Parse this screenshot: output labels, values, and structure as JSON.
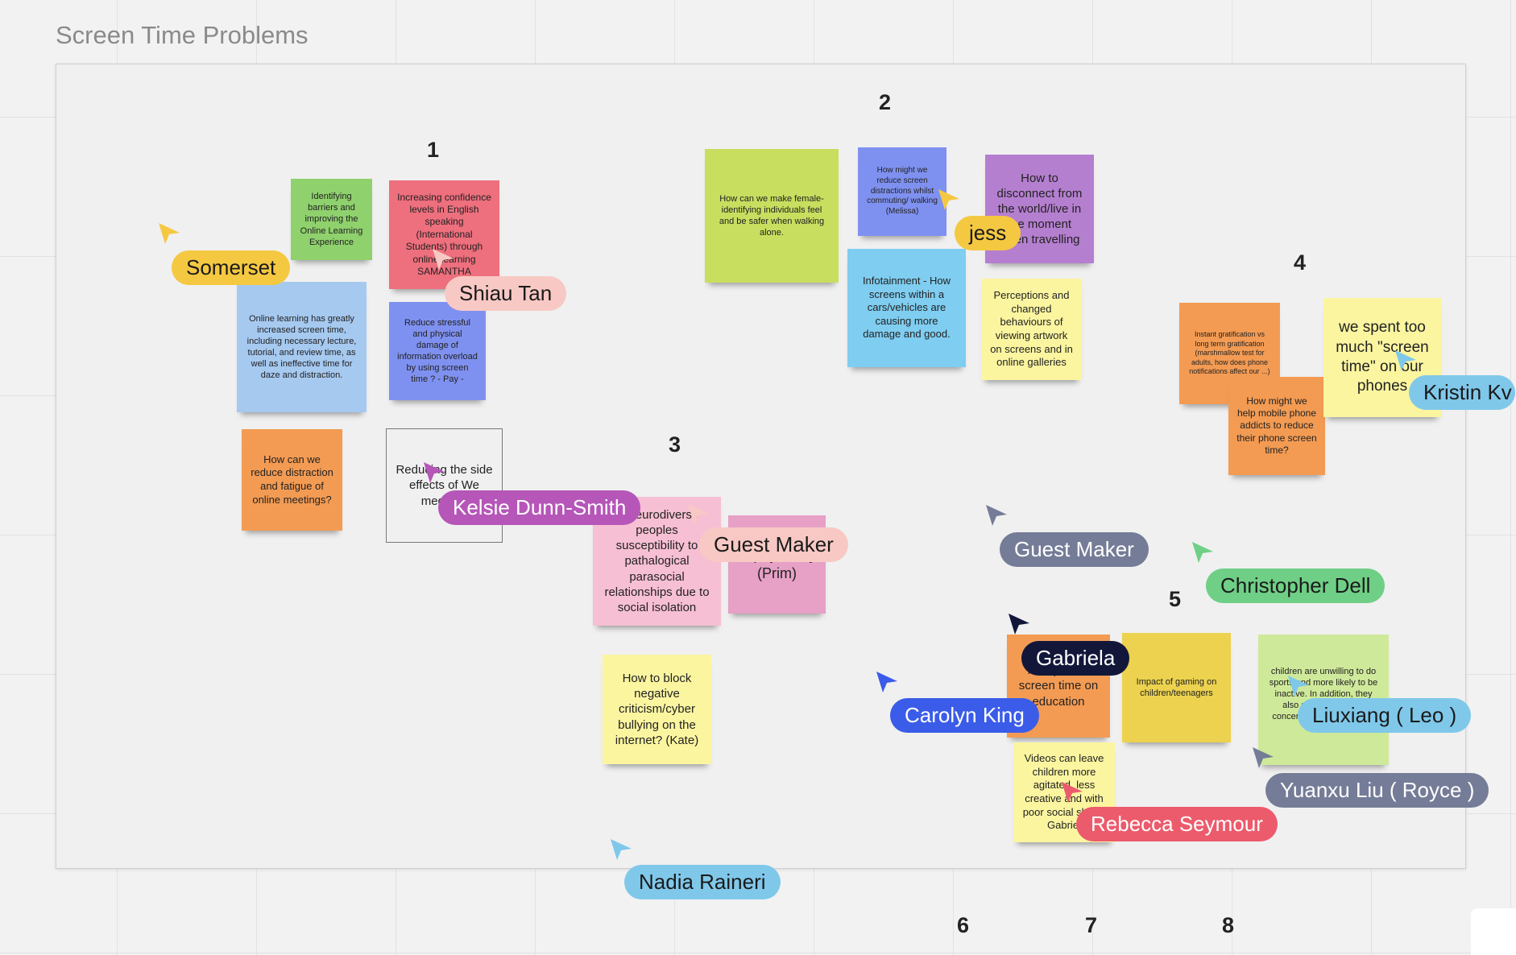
{
  "board": {
    "title": "Screen Time Problems",
    "frame_numbers": [
      "1",
      "2",
      "3",
      "4",
      "5"
    ],
    "column_numbers": [
      "6",
      "7",
      "8"
    ]
  },
  "stickies": [
    {
      "text": "Identifying barriers and improving the Online Learning Experience",
      "color": "#8fd16d"
    },
    {
      "text": "Increasing confidence levels in English speaking (International Students) through online learning SAMANTHA",
      "color": "#ee6f7d"
    },
    {
      "text": "Online learning has greatly increased screen time, including necessary lecture, tutorial, and review time, as well as ineffective time for daze and distraction.",
      "color": "#a6c9f0"
    },
    {
      "text": "Reduce stressful and physical damage of information overload by using screen time ? - Pay -",
      "color": "#7f91f0"
    },
    {
      "text": "How can we reduce distraction and fatigue of online meetings?",
      "color": "#f39b53"
    },
    {
      "text": "How can we make female-identifying individuals feel and be safer when walking alone.",
      "color": "#c8de5f"
    },
    {
      "text": "How might we reduce screen distractions whilst commuting/ walking (Melissa)",
      "color": "#7f91f0"
    },
    {
      "text": "How to disconnect from the world/live in the moment when travelling",
      "color": "#b57fd0"
    },
    {
      "text": "Infotainment - How screens within a cars/vehicles are causing more damage and good.",
      "color": "#7fcdf0"
    },
    {
      "text": "Perceptions and changed behaviours of viewing artwork on screens and in online galleries",
      "color": "#fbf5a0"
    },
    {
      "text": "Instant gratification vs long term gratification (marshmallow test for adults, how does phone notifications affect our ...)",
      "color": "#f39b53"
    },
    {
      "text": "How might we help mobile phone addicts to reduce their phone screen time?",
      "color": "#f39b53"
    },
    {
      "text": "we spent too much \"screen time\" on our phones",
      "color": "#fbf5a0"
    },
    {
      "text": "... neurodiverse peoples susceptibility to pathalogical parasocial relationships due to social isolation",
      "color": "#f7bfd3"
    },
    {
      "text": "... physically (Prim)",
      "color": "#e7a0c6"
    },
    {
      "text": "How to block negative criticism/cyber bullying on the internet? (Kate)",
      "color": "#fbf5a0"
    },
    {
      "text": "... impact of screen time on education",
      "color": "#f39b53"
    },
    {
      "text": "Impact of gaming on children/teenagers",
      "color": "#ecd24f"
    },
    {
      "text": "children are unwilling to do sports and more likely to be inactive. In addition, they also sleep late, it's ... concerning ... after long ... LEO",
      "color": "#cfe99a"
    },
    {
      "text": "Videos can leave children more agitated, less creative and with poor social skills - Gabriel",
      "color": "#fbf5a0"
    }
  ],
  "outline_box": {
    "text": "Reducing the side effects of We media ..."
  },
  "cursors": [
    {
      "name": "Somerset",
      "color": "#f5c842",
      "text_color": "#1a1a1a"
    },
    {
      "name": "Shiau Tan",
      "color": "#f8c9c4",
      "text_color": "#1a1a1a"
    },
    {
      "name": "jess",
      "color": "#f5c842",
      "text_color": "#1a1a1a"
    },
    {
      "name": "Kristin Kv",
      "color": "#7fc8ea",
      "text_color": "#1a1a1a"
    },
    {
      "name": "Kelsie Dunn-Smith",
      "color": "#b556b8",
      "text_color": "#ffffff"
    },
    {
      "name": "Guest Maker",
      "color": "#f8c9c4",
      "text_color": "#1a1a1a"
    },
    {
      "name": "Guest Maker",
      "color": "#757c97",
      "text_color": "#ffffff"
    },
    {
      "name": "Christopher Dell",
      "color": "#6fcf86",
      "text_color": "#1a1a1a"
    },
    {
      "name": "Gabriela",
      "color": "#12173a",
      "text_color": "#ffffff"
    },
    {
      "name": "Carolyn King",
      "color": "#3b5ce8",
      "text_color": "#ffffff"
    },
    {
      "name": "Liuxiang ( Leo )",
      "color": "#7fc8ea",
      "text_color": "#1a1a1a"
    },
    {
      "name": "Yuanxu Liu ( Royce )",
      "color": "#757c97",
      "text_color": "#ffffff"
    },
    {
      "name": "Rebecca Seymour",
      "color": "#ec5b6c",
      "text_color": "#ffffff"
    },
    {
      "name": "Nadia Raineri",
      "color": "#7fc8ea",
      "text_color": "#1a1a1a"
    }
  ]
}
